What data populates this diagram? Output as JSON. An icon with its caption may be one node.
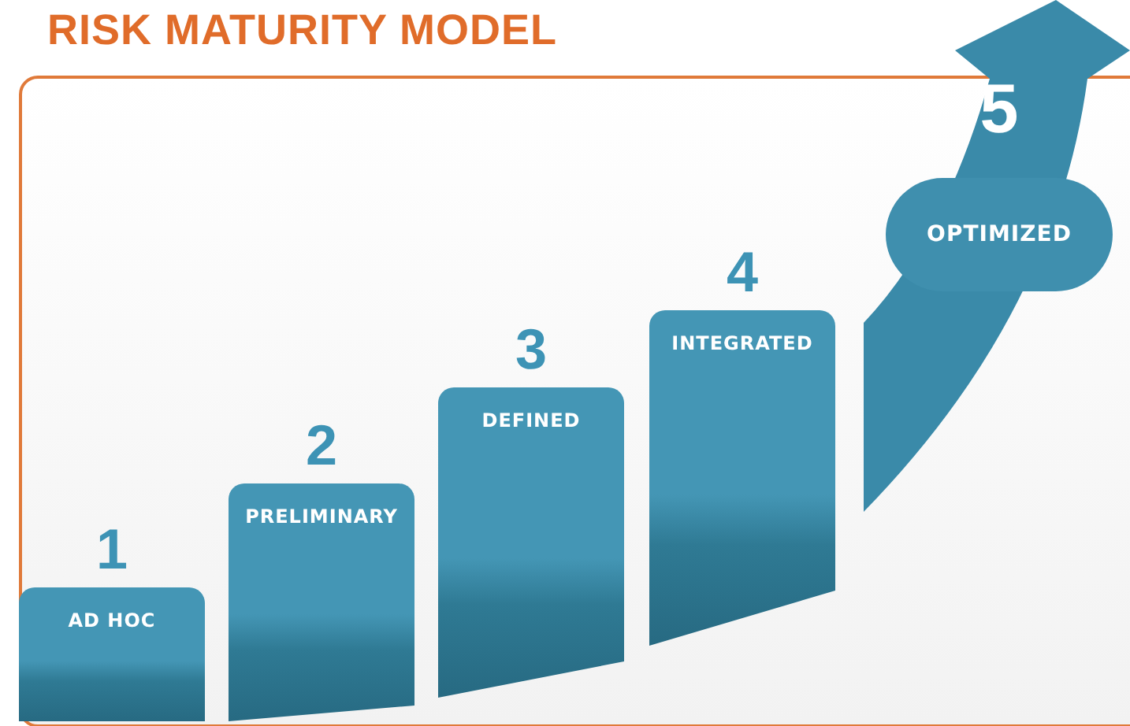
{
  "diagram": {
    "title": "RISK MATURITY MODEL",
    "nodes": [
      {
        "text": [
          "AD HOC"
        ],
        "beside": [
          "1"
        ]
      },
      {
        "text": [
          "PRELIMINARY"
        ],
        "beside": [
          "2"
        ]
      },
      {
        "text": [
          "DEFINED"
        ],
        "beside": [
          "3"
        ]
      },
      {
        "text": [
          "INTEGRATED"
        ],
        "beside": [
          "4"
        ]
      },
      {
        "text": [
          "OPTIMIZED"
        ],
        "beside": [
          "5"
        ]
      }
    ]
  }
}
